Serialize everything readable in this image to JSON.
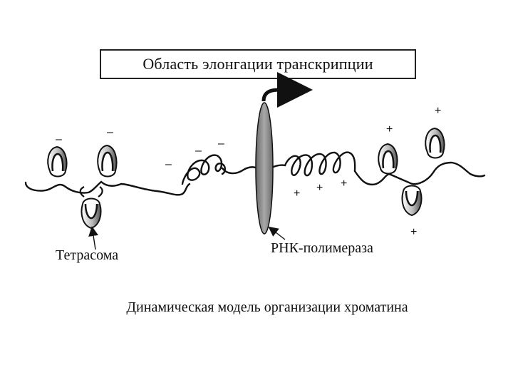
{
  "title": "Область элонгации транскрипции",
  "labels": {
    "tetrasome": "Тетрасома",
    "polymerase": "РНК-полимераза"
  },
  "caption": "Динамическая модель организации хроматина",
  "signs": {
    "minus": "–",
    "plus": "+"
  },
  "colors": {
    "ink": "#111111",
    "nucleosome_fill": "#9a9a9a",
    "polymerase_fill": "#8c8c8c"
  }
}
